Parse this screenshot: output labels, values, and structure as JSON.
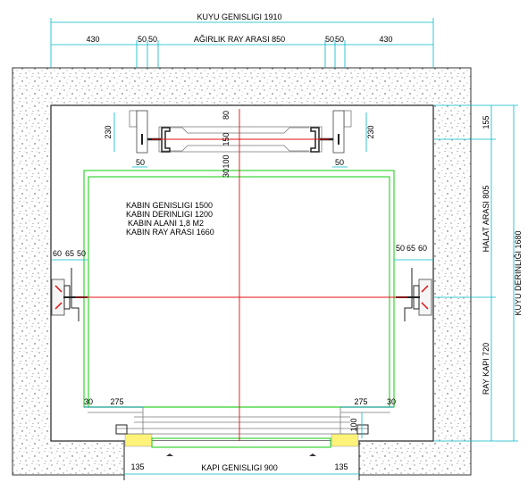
{
  "dimensions": {
    "shaft_width": "KUYU GENISLIGI 1910",
    "rail_distance": "AĞIRLIK RAY ARASI 850",
    "top_left_430": "430",
    "top_left_50a": "50",
    "top_left_50b": "50",
    "top_right_50a": "50",
    "top_right_50b": "50",
    "top_right_430": "430",
    "rail_230_left": "230",
    "rail_230_right": "230",
    "rail_50_left": "50",
    "rail_50_right": "50",
    "center_80": "80",
    "center_150": "150",
    "center_30": "30",
    "center_100": "100",
    "left_60": "60",
    "left_65": "65",
    "left_50": "50",
    "right_50": "50",
    "right_65": "65",
    "right_60": "60",
    "bottom_left_30": "30",
    "bottom_left_275": "275",
    "bottom_right_275": "275",
    "bottom_right_30": "30",
    "door_100": "100",
    "door_135_left": "135",
    "door_135_right": "135",
    "door_width": "KAPI GENISLIGI 900",
    "right_155": "155",
    "rope_distance": "HALAT ARASI 805",
    "rail_door": "RAY KAPI 720",
    "shaft_depth": "KUYU DERINLIĞI 1680"
  },
  "cabin_info": {
    "width": "KABIN GENISLIGI 1500",
    "depth": "KABIN DERINLIGI 1200",
    "area": "KABIN ALANI 1,8 M2",
    "rail_span": "KABIN RAY ARASI 1660"
  },
  "colors": {
    "wall": "#d9d9d9",
    "dimension": "#00b8c8",
    "centerline": "#e01010",
    "cabin": "#23d21f",
    "door_sill": "#fff27a"
  }
}
